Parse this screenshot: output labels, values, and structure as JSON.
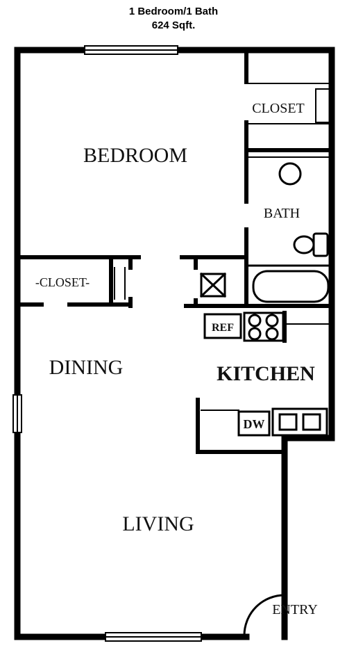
{
  "header": {
    "unit_type": "1 Bedroom/1 Bath",
    "area": "624 Sqft."
  },
  "rooms": {
    "closet_top": "CLOSET",
    "bedroom": "BEDROOM",
    "bath": "BATH",
    "closet_left": "-CLOSET-",
    "dining": "DINING",
    "kitchen": "KITCHEN",
    "living": "LIVING",
    "entry": "ENTRY"
  },
  "fixtures": {
    "refrigerator": "REF",
    "dishwasher": "DW"
  }
}
